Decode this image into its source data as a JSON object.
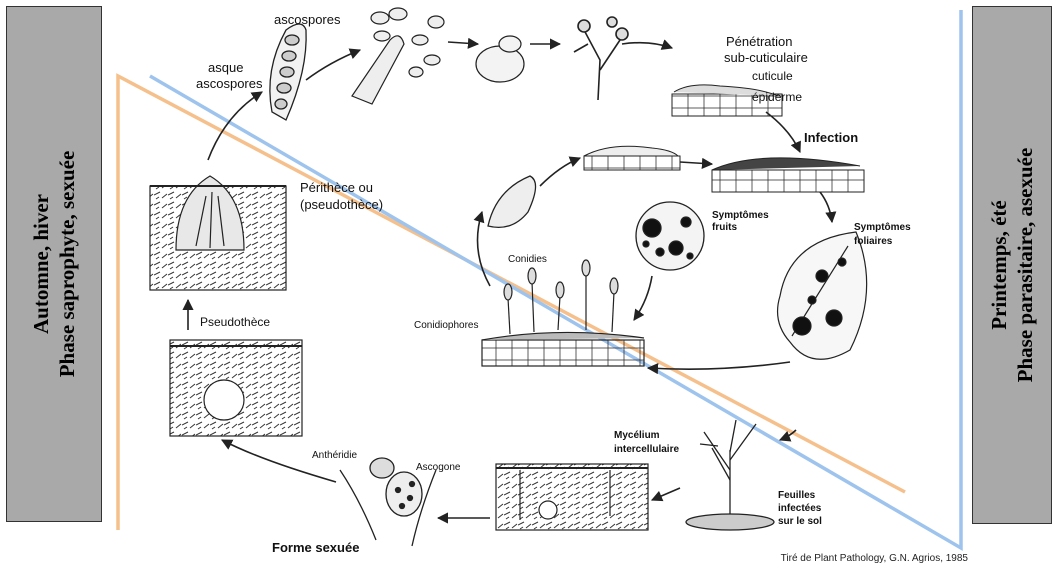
{
  "left_panel": {
    "line1": "Automne, hiver",
    "line2": "Phase saprophyte, sexuée"
  },
  "right_panel": {
    "line1": "Printemps, été",
    "line2": "Phase parasitaire, asexuée"
  },
  "labels": {
    "ascospores": "ascospores",
    "asque_1": "asque",
    "asque_2": "ascospores",
    "penetration_1": "Pénétration",
    "penetration_2": "sub-cuticulaire",
    "cuticule": "cuticule",
    "epiderme": "épiderme",
    "infection": "Infection",
    "perithece_1": "Périthèce ou",
    "perithece_2": "(pseudothèce)",
    "symptomes_fruits_1": "Symptômes",
    "symptomes_fruits_2": "fruits",
    "symptomes_foliaires_1": "Symptômes",
    "symptomes_foliaires_2": "foliaires",
    "conidies": "Conidies",
    "conidiophores": "Conidiophores",
    "pseudothece": "Pseudothèce",
    "antheridie": "Anthéridie",
    "ascogone": "Ascogone",
    "mycelium_1": "Mycélium",
    "mycelium_2": "intercellulaire",
    "feuilles_1": "Feuilles",
    "feuilles_2": "infectées",
    "feuilles_3": "sur le sol",
    "forme_sexuee": "Forme sexuée"
  },
  "credit": "Tiré de Plant Pathology, G.N. Agrios, 1985",
  "colors": {
    "panel_fill": "#a9a9a9",
    "orange_line": "#f5c08c",
    "blue_line": "#9ec4ee",
    "drawing": "#222222"
  }
}
